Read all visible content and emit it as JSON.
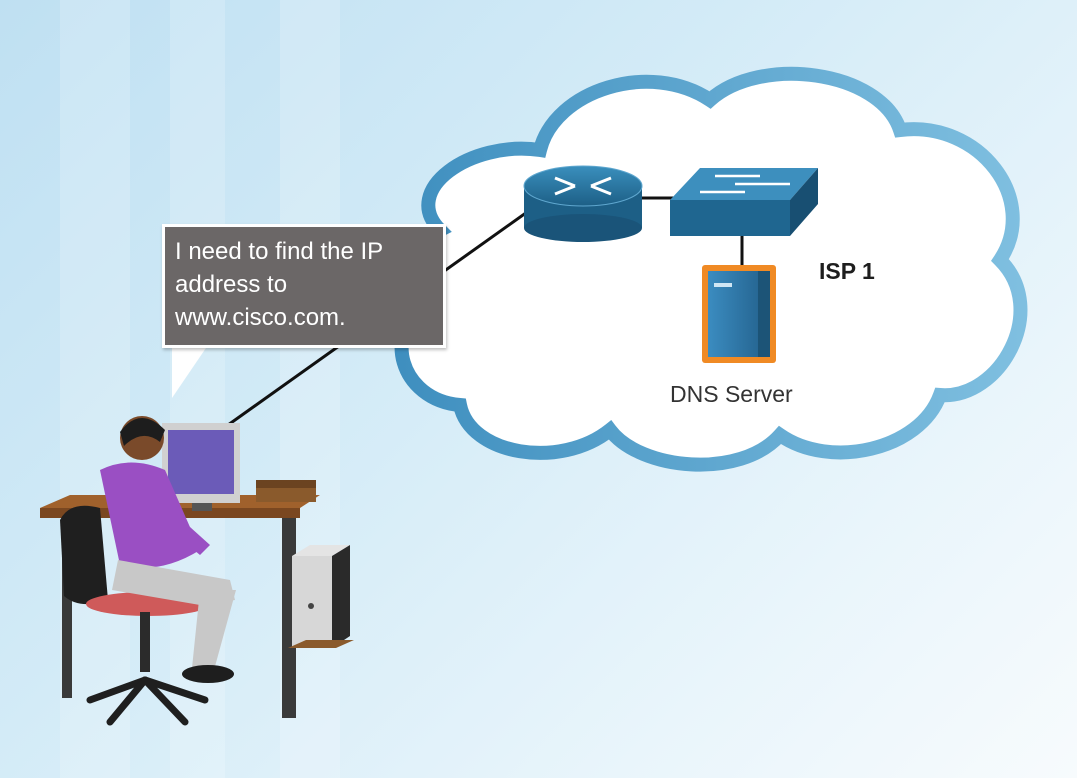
{
  "bubble": {
    "lines": [
      "I need to find the IP",
      "address to",
      "www.cisco.com."
    ]
  },
  "cloud": {
    "label": "ISP 1"
  },
  "dns_server": {
    "label": "DNS Server"
  },
  "colors": {
    "cloud_outline": "#5ea8d0",
    "device_blue": "#2a78a3",
    "server_border": "#f08a24",
    "bubble_bg": "#6b6767",
    "shirt": "#9a4fc3"
  },
  "icons": [
    "router-icon",
    "switch-icon",
    "server-icon",
    "user-workstation-icon"
  ]
}
